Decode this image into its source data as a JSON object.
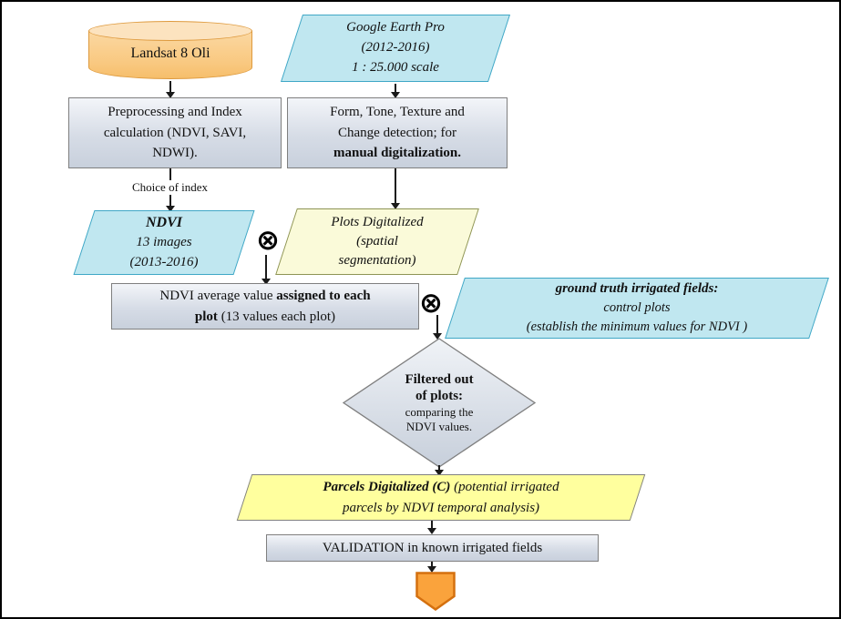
{
  "diagram": {
    "nodes": {
      "landsat": {
        "label": "Landsat  8 Oli"
      },
      "google_earth": {
        "line1": "Google Earth Pro",
        "line2": "(2012-2016)",
        "line3": "1 : 25.000 scale"
      },
      "preprocessing": {
        "line1": "Preprocessing and Index",
        "line2": "calculation  (NDVI, SAVI,",
        "line3": "NDWI)."
      },
      "interpretation": {
        "line1": "Form, Tone, Texture and",
        "line2": "Change detection;  for",
        "line3": "manual  digitalization."
      },
      "choice_of_index": {
        "label": "Choice of index"
      },
      "ndvi_images": {
        "line1": "NDVI",
        "line2": "13 images",
        "line3": "(2013-2016)"
      },
      "plots_digitalized": {
        "line1": "Plots Digitalized",
        "line2": "(spatial",
        "line3": "segmentation)"
      },
      "ndvi_average": {
        "l1a": "NDVI average value ",
        "l1b": "assigned to each",
        "l2a": "plot",
        "l2b": " (13 values each plot)"
      },
      "ground_truth": {
        "line1": "ground truth irrigated fields:",
        "line2": "control plots",
        "line3": "(establish the minimum values for NDVI )"
      },
      "filtered": {
        "line1": "Filtered out",
        "line2": "of plots:",
        "line3": "comparing the",
        "line4": "NDVI  values."
      },
      "parcels": {
        "l1a": "Parcels Digitalized (C)",
        "l1b": " (potential irrigated",
        "l2": "parcels  by NDVI temporal analysis)"
      },
      "validation": {
        "label": "VALIDATION in known irrigated fields"
      }
    },
    "operators": {
      "combine_symbol": "⊗"
    },
    "palette": {
      "cylinder_fill": "#F9C87F",
      "cylinder_border": "#DE9A3E",
      "cyan_fill": "#C0E7F0",
      "cyan_border": "#3FA7C6",
      "gray_fill": "#D6DCE6",
      "gray_border": "#7F7F7F",
      "pale_yellow_fill": "#FAFAD9",
      "yellow_fill": "#FFFF9E",
      "pentagon_fill": "#FAA33C",
      "pentagon_border": "#D4700F"
    }
  }
}
